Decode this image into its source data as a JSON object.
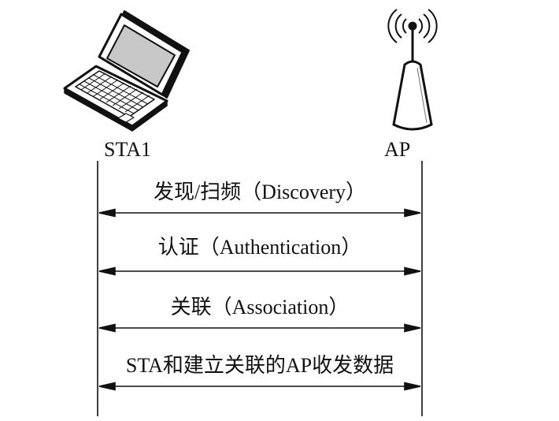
{
  "entities": {
    "station": {
      "label": "STA1",
      "icon": "laptop-icon"
    },
    "access_point": {
      "label": "AP",
      "icon": "wireless-access-point-icon"
    }
  },
  "messages": [
    {
      "label": "发现/扫频（Discovery）",
      "direction": "bidirectional"
    },
    {
      "label": "认证（Authentication）",
      "direction": "bidirectional"
    },
    {
      "label": "关联（Association）",
      "direction": "bidirectional"
    },
    {
      "label": "STA和建立关联的AP收发数据",
      "direction": "bidirectional"
    }
  ],
  "colors": {
    "ink": "#111111",
    "background": "#ffffff",
    "screen": "#c8c8c8"
  }
}
